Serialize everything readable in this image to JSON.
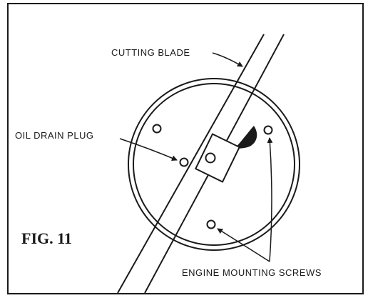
{
  "labels": {
    "cutting_blade": "CUTTING BLADE",
    "oil_drain_plug": "OIL DRAIN PLUG",
    "engine_mounting_screws": "ENGINE MOUNTING SCREWS",
    "figure": "FIG. 11"
  },
  "colors": {
    "ink": "#1a1a1a",
    "paper": "#ffffff"
  }
}
